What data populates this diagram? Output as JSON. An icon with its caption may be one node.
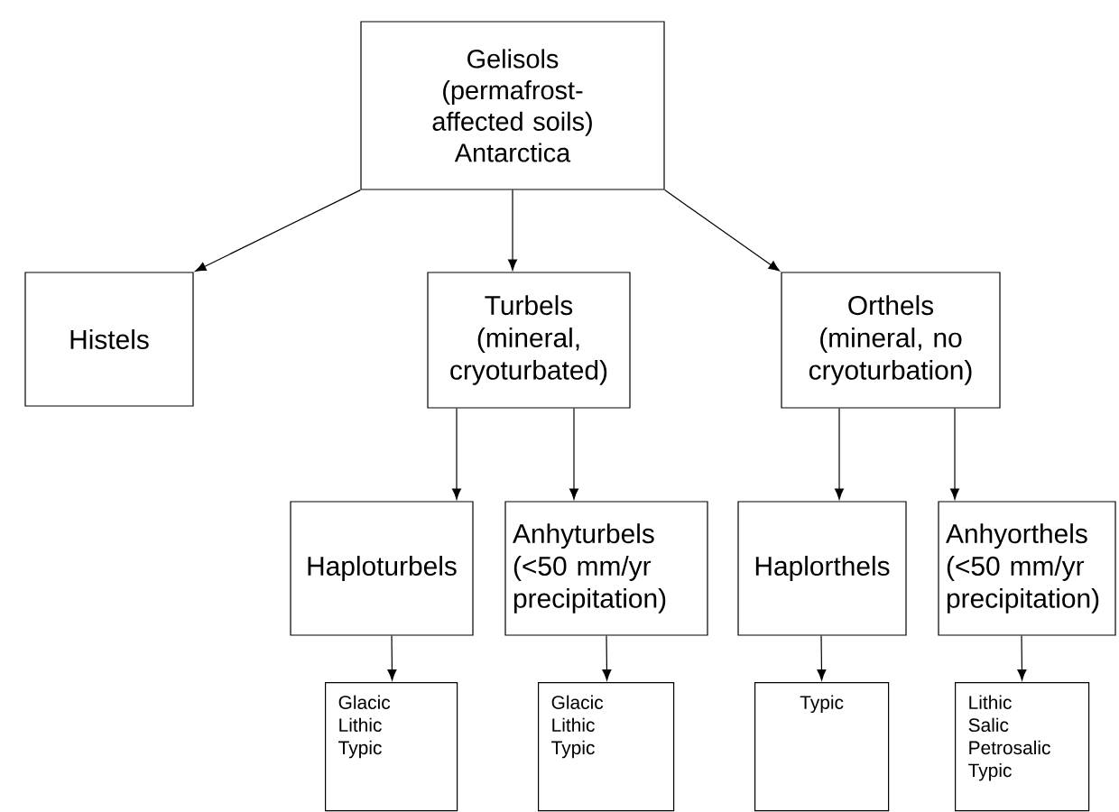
{
  "diagram": {
    "nodes": [
      {
        "text": [
          "Gelisols",
          "(permafrost-affected soils)",
          "Antarctica"
        ]
      },
      {
        "text": [
          "Histels"
        ]
      },
      {
        "text": [
          "Turbels (mineral, cryoturbated)"
        ]
      },
      {
        "text": [
          "Orthels (mineral, no cryoturbation)"
        ]
      },
      {
        "text": [
          "Haploturbels"
        ]
      },
      {
        "text": [
          "Anhyturbels (<50 mm/yr precipitation)"
        ]
      },
      {
        "text": [
          "Haplorthels"
        ]
      },
      {
        "text": [
          "Anhyorthels (<50 mm/yr precipitation)"
        ]
      },
      {
        "text": [
          "Glacic",
          "Lithic",
          "Typic"
        ]
      },
      {
        "text": [
          "Glacic",
          "Lithic",
          "Typic"
        ]
      },
      {
        "text": [
          "Typic"
        ]
      },
      {
        "text": [
          "Lithic",
          "Salic",
          "Petrosalic",
          "Typic"
        ]
      }
    ],
    "edges": [
      {
        "from": 0,
        "to": 1,
        "arrow": "to"
      },
      {
        "from": 0,
        "to": 2,
        "arrow": "to"
      },
      {
        "from": 0,
        "to": 3,
        "arrow": "to"
      },
      {
        "from": 2,
        "to": 4,
        "arrow": "to"
      },
      {
        "from": 2,
        "to": 5,
        "arrow": "to"
      },
      {
        "from": 3,
        "to": 6,
        "arrow": "to"
      },
      {
        "from": 3,
        "to": 7,
        "arrow": "to"
      },
      {
        "from": 4,
        "to": 8,
        "arrow": "to"
      },
      {
        "from": 5,
        "to": 9,
        "arrow": "to"
      },
      {
        "from": 6,
        "to": 10,
        "arrow": "to"
      },
      {
        "from": 7,
        "to": 11,
        "arrow": "to"
      }
    ]
  }
}
